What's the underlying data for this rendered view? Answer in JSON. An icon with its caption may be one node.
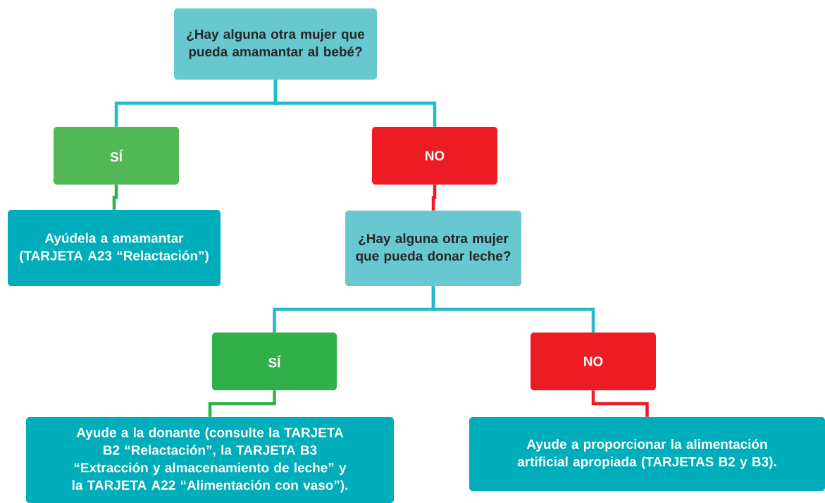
{
  "diagram": {
    "nodes": [
      {
        "text": [
          "¿Hay alguna otra mujer que pueda amamantar al bebé?"
        ]
      },
      {
        "text": [
          "SÍ"
        ]
      },
      {
        "text": [
          "NO"
        ]
      },
      {
        "text": [
          "Ayúdela a amamantar (TARJETA A23 “Relactación”)"
        ]
      },
      {
        "text": [
          "¿Hay alguna otra mujer que pueda donar leche?"
        ]
      },
      {
        "text": [
          "SÍ"
        ]
      },
      {
        "text": [
          "NO"
        ]
      },
      {
        "text": [
          "Ayude a la donante (consulte la TARJETA B2 “Relactación”, la TARJETA B3 “Extracción y almacenamiento de leche” y la TARJETA A22 “Alimentación con vaso”)."
        ]
      },
      {
        "text": [
          "Ayude a proporcionar la alimentación artificial apropiada (TARJETAS B2 y B3)."
        ]
      }
    ],
    "edges": [
      {
        "from": 0,
        "to": 1,
        "arrow": "none"
      },
      {
        "from": 0,
        "to": 2,
        "arrow": "none"
      },
      {
        "from": 1,
        "to": 3,
        "arrow": "none",
        "color": "#31b04a"
      },
      {
        "from": 2,
        "to": 4,
        "arrow": "none",
        "color": "#ed1c24"
      },
      {
        "from": 4,
        "to": 5,
        "arrow": "none"
      },
      {
        "from": 4,
        "to": 6,
        "arrow": "none"
      },
      {
        "from": 5,
        "to": 7,
        "arrow": "none",
        "color": "#31b04a"
      },
      {
        "from": 6,
        "to": 8,
        "arrow": "none",
        "color": "#ed1c24"
      }
    ]
  }
}
